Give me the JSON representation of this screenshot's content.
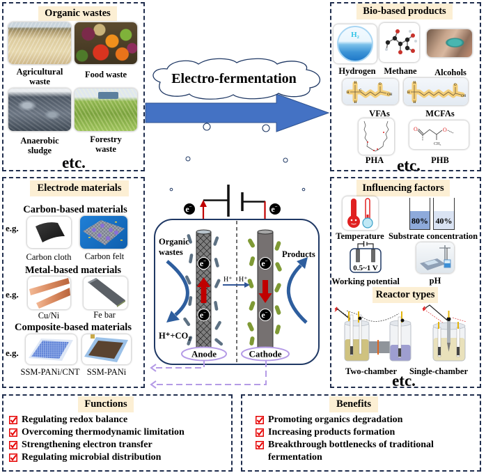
{
  "colors": {
    "panel_border": "#1f2d4d",
    "title_bg": "#fcefd4",
    "process_arrow": "#4472c4",
    "check_red": "#e60000",
    "electron_flow": "#c00000",
    "ion_arrow": "#2f5597",
    "sample_path": "#b49ae6"
  },
  "process": {
    "label": "Electro-fermentation"
  },
  "organic_wastes": {
    "title": "Organic wastes",
    "items": [
      {
        "lines": [
          "Agricultural",
          "waste"
        ]
      },
      {
        "lines": [
          "Food waste"
        ]
      },
      {
        "lines": [
          "Anaerobic",
          "sludge"
        ]
      },
      {
        "lines": [
          "Forestry",
          "waste"
        ]
      }
    ],
    "etc": "etc."
  },
  "bio_products": {
    "title": "Bio-based products",
    "items": [
      {
        "label": "Hydrogen"
      },
      {
        "label": "Methane"
      },
      {
        "label": "Alcohols"
      },
      {
        "label": "VFAs"
      },
      {
        "label": "MCFAs"
      },
      {
        "label": "PHA"
      },
      {
        "label": "PHB"
      }
    ],
    "hydrogen_formula": "H₂",
    "atoms": {
      "h": "H",
      "c": "C",
      "o": "O",
      "oh": "OH",
      "ch3": "CH₃"
    },
    "etc": "etc."
  },
  "electrode_materials": {
    "title": "Electrode materials",
    "groups": [
      {
        "heading": "Carbon-based materials",
        "eg": "e.g.",
        "items": [
          {
            "label": "Carbon cloth"
          },
          {
            "label": "Carbon felt"
          }
        ]
      },
      {
        "heading": "Metal-based materials",
        "eg": "e.g.",
        "items": [
          {
            "label": "Cu/Ni"
          },
          {
            "label": "Fe bar"
          }
        ]
      },
      {
        "heading": "Composite-based materials",
        "eg": "e.g.",
        "items": [
          {
            "label": "SSM-PANi/CNT"
          },
          {
            "label": "SSM-PANi"
          }
        ]
      }
    ]
  },
  "influencing_factors": {
    "title": "Influencing factors",
    "factors": [
      {
        "label": "Temperature"
      },
      {
        "label": "Substrate concentration",
        "values": [
          "80%",
          "40%"
        ]
      },
      {
        "label": "Working potential",
        "value": "0.5~1 V"
      },
      {
        "label": "pH"
      }
    ],
    "reactor": {
      "title": "Reactor types",
      "types": [
        {
          "label": "Two-chamber"
        },
        {
          "label": "Single-chamber"
        }
      ],
      "etc": "etc."
    }
  },
  "cell": {
    "electron_symbol": "e",
    "electron_charge": "−",
    "organic_wastes_lines": [
      "Organic",
      "wastes"
    ],
    "products": "Products",
    "anode_output": "H⁺+CO₂",
    "proton": "H⁺",
    "anode": "Anode",
    "cathode": "Cathode"
  },
  "functions": {
    "title": "Functions",
    "items": [
      "Regulating redox balance",
      "Overcoming thermodynamic limitation",
      "Strengthening electron transfer",
      "Regulating microbial distribution"
    ]
  },
  "benefits": {
    "title": "Benefits",
    "items": [
      "Promoting organics degradation",
      "Increasing products formation",
      "Breakthrough bottlenecks of traditional fermentation"
    ]
  }
}
